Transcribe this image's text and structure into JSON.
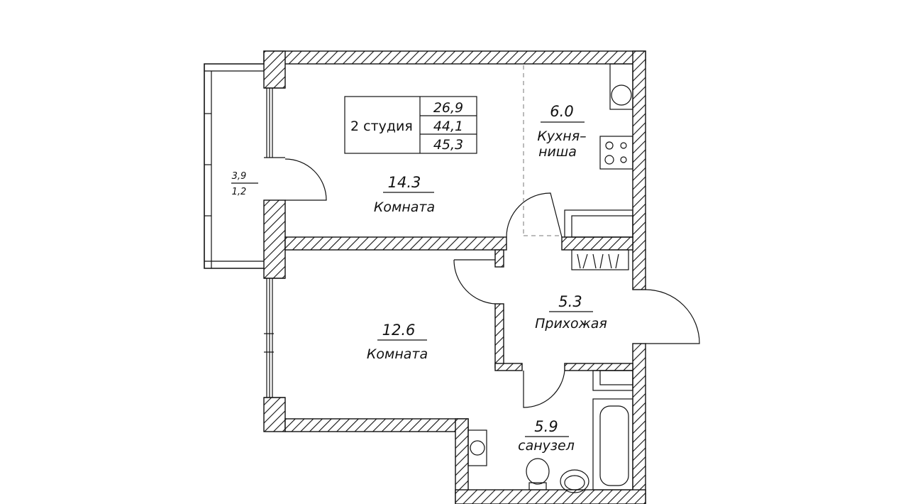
{
  "plan": {
    "summary": {
      "type_label": "2 студия",
      "living_area": "26,9",
      "total_area": "44,1",
      "total_with_balcony": "45,3"
    },
    "rooms": {
      "room1_area": "14.3",
      "room1_name": "Комната",
      "room2_area": "12.6",
      "room2_name": "Комната",
      "kitchen_area": "6.0",
      "kitchen_name_line1": "Кухня–",
      "kitchen_name_line2": "ниша",
      "hall_area": "5.3",
      "hall_name": "Прихожая",
      "bath_area": "5.9",
      "bath_name": "санузел",
      "balcony_area": "3,9",
      "balcony_coef": "1,2"
    }
  }
}
